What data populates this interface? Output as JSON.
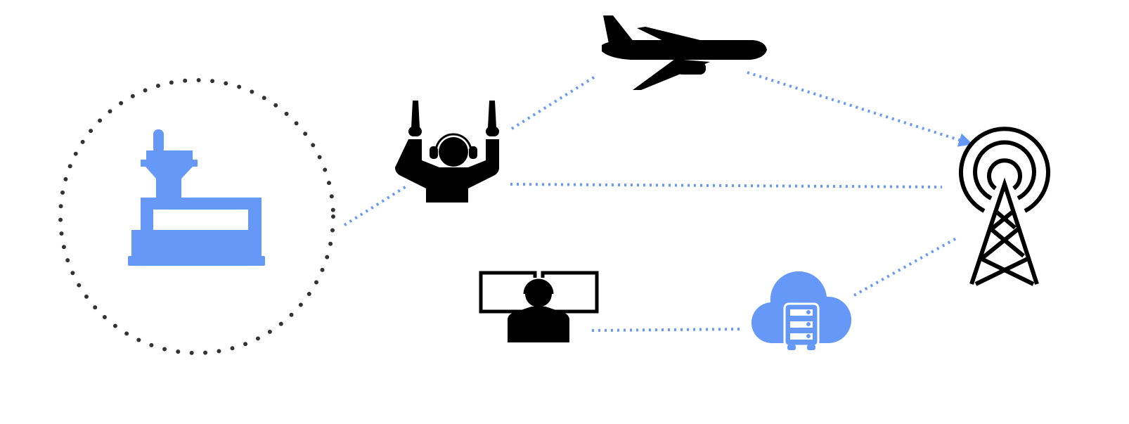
{
  "colors": {
    "accent": "#6699f7",
    "icon": "#000000",
    "ring": "#333333",
    "background": "#ffffff"
  },
  "nodes": [
    {
      "id": "control-tower",
      "icon": "airport-control-tower-icon",
      "color": "#6699f7",
      "highlighted": true
    },
    {
      "id": "marshaller",
      "icon": "ground-marshaller-icon",
      "color": "#000000"
    },
    {
      "id": "aircraft",
      "icon": "airplane-icon",
      "color": "#000000"
    },
    {
      "id": "radio-tower",
      "icon": "radio-antenna-tower-icon",
      "color": "#000000"
    },
    {
      "id": "operator",
      "icon": "operator-at-monitors-icon",
      "color": "#000000"
    },
    {
      "id": "cloud-server",
      "icon": "cloud-server-icon",
      "color": "#6699f7"
    }
  ],
  "links": [
    {
      "from": "control-tower",
      "to": "marshaller",
      "style": "dotted",
      "arrow": false
    },
    {
      "from": "marshaller",
      "to": "aircraft",
      "style": "dotted",
      "arrow": false
    },
    {
      "from": "aircraft",
      "to": "radio-tower",
      "style": "dotted",
      "arrow": true
    },
    {
      "from": "marshaller",
      "to": "radio-tower",
      "style": "dotted",
      "arrow": false
    },
    {
      "from": "operator",
      "to": "cloud-server",
      "style": "dotted",
      "arrow": false
    },
    {
      "from": "cloud-server",
      "to": "radio-tower",
      "style": "dotted",
      "arrow": false
    }
  ]
}
